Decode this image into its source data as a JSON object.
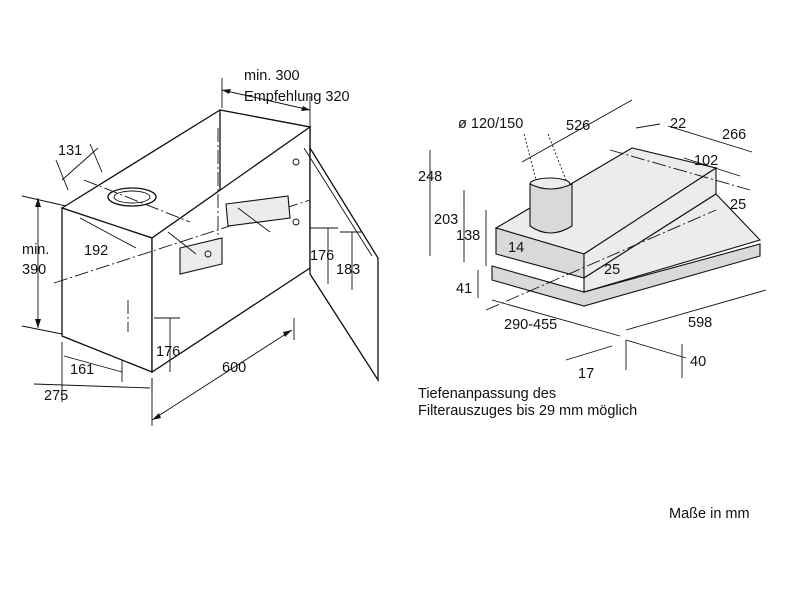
{
  "left_dims": {
    "min_300": "min. 300",
    "empfehlung_320": "Empfehlung 320",
    "d131": "131",
    "d192": "192",
    "min": "min.",
    "d390": "390",
    "d176_door": "176",
    "d183": "183",
    "d176_bottom": "176",
    "d600": "600",
    "d161": "161",
    "d275": "275"
  },
  "right_dims": {
    "diameter": "ø 120/150",
    "d526": "526",
    "d22": "22",
    "d266": "266",
    "d102": "102",
    "d25_top": "25",
    "d248": "248",
    "d203": "203",
    "d138": "138",
    "d14": "14",
    "d25_mid": "25",
    "d41": "41",
    "d290_455": "290-455",
    "d598": "598",
    "d40": "40",
    "d17": "17"
  },
  "note_line1": "Tiefenanpassung des",
  "note_line2": "Filterauszuges bis 29 mm möglich",
  "units": "Maße in mm"
}
